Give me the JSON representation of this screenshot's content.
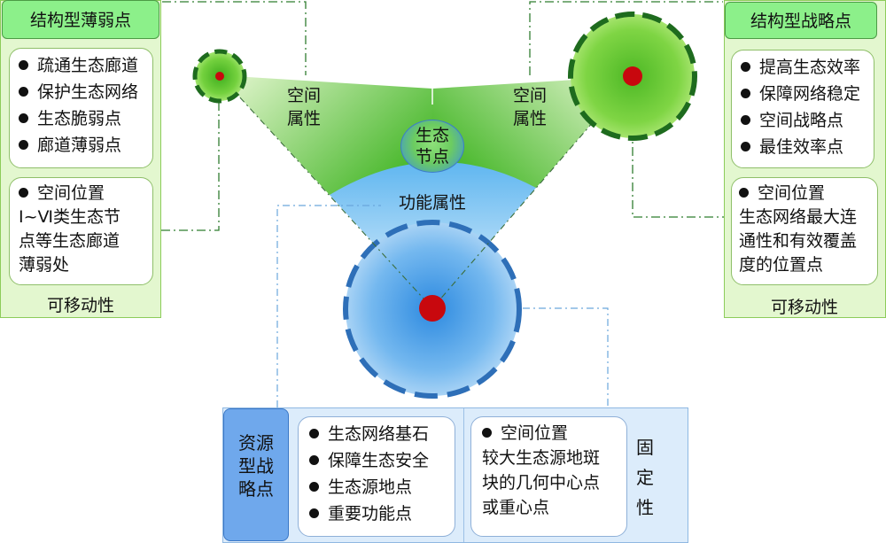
{
  "left_panel": {
    "title": "结构型薄弱点",
    "features": [
      "疏通生态廊道",
      "保护生态网络",
      "生态脆弱点",
      "廊道薄弱点"
    ],
    "position_heading": "空间位置",
    "position_lines": [
      "Ⅰ~Ⅵ类生态节",
      "点等生态廊道",
      "薄弱处"
    ],
    "caption": "可移动性"
  },
  "right_panel": {
    "title": "结构型战略点",
    "features": [
      "提高生态效率",
      "保障网络稳定",
      "空间战略点",
      "最佳效率点"
    ],
    "position_heading": "空间位置",
    "position_lines": [
      "生态网络最大连",
      "通性和有效覆盖",
      "度的位置点"
    ],
    "caption": "可移动性"
  },
  "bottom_panel": {
    "title_lines": [
      "资源",
      "型战",
      "略点"
    ],
    "features": [
      "生态网络基石",
      "保障生态安全",
      "生态源地点",
      "重要功能点"
    ],
    "position_heading": "空间位置",
    "position_lines": [
      "较大生态源地斑",
      "块的几何中心点",
      "或重心点"
    ],
    "caption_lines": [
      "固",
      "定",
      "性"
    ]
  },
  "center": {
    "left_attr": [
      "空间",
      "属性"
    ],
    "right_attr": [
      "空间",
      "属性"
    ],
    "function_attr": "功能属性",
    "node_lines": [
      "生态",
      "节点"
    ]
  },
  "colors": {
    "green_panel": "#e3f7cf",
    "green_tab": "#8cf08a",
    "blue_panel": "#dcecfb",
    "blue_tag": "#6fa8ec",
    "dash_green": "#1e6b1e",
    "dash_blue": "#2e6fb8",
    "core_red": "#c8080e"
  }
}
